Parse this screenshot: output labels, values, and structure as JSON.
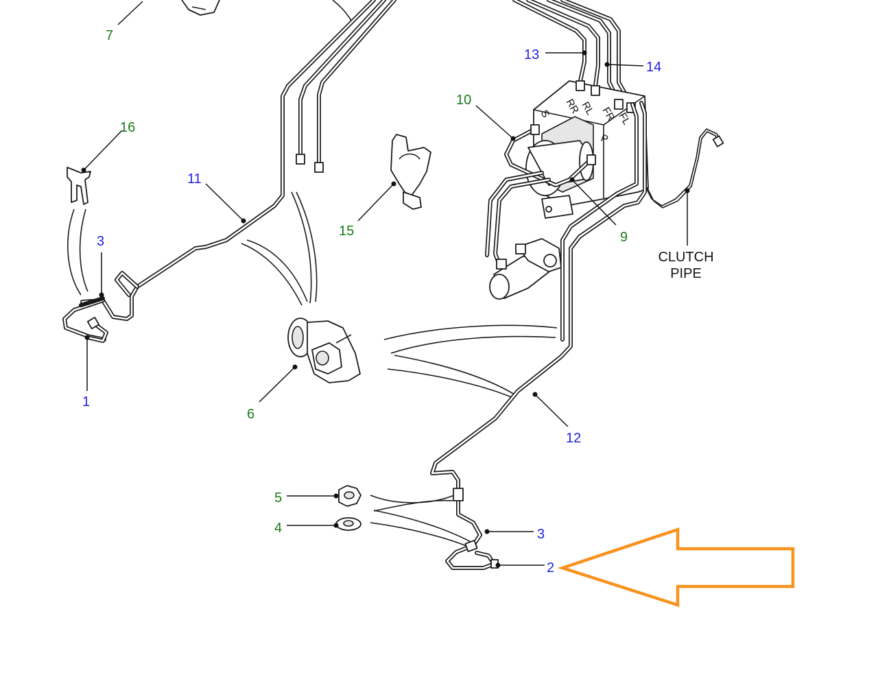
{
  "colors": {
    "blue_label": "#1f1fe0",
    "green_label": "#1a7a1a",
    "line": "#1a1a1a",
    "callout_arrow": "#f7931e"
  },
  "callouts": [
    {
      "id": "c7",
      "text": "7",
      "color": "green"
    },
    {
      "id": "c13",
      "text": "13",
      "color": "blue"
    },
    {
      "id": "c14",
      "text": "14",
      "color": "blue"
    },
    {
      "id": "c10",
      "text": "10",
      "color": "green"
    },
    {
      "id": "c16",
      "text": "16",
      "color": "green"
    },
    {
      "id": "c11",
      "text": "11",
      "color": "blue"
    },
    {
      "id": "c3a",
      "text": "3",
      "color": "blue"
    },
    {
      "id": "c15",
      "text": "15",
      "color": "green"
    },
    {
      "id": "c9",
      "text": "9",
      "color": "green"
    },
    {
      "id": "c1",
      "text": "1",
      "color": "blue"
    },
    {
      "id": "c6",
      "text": "6",
      "color": "green"
    },
    {
      "id": "c12",
      "text": "12",
      "color": "blue"
    },
    {
      "id": "c5",
      "text": "5",
      "color": "green"
    },
    {
      "id": "c4",
      "text": "4",
      "color": "green"
    },
    {
      "id": "c3b",
      "text": "3",
      "color": "blue"
    },
    {
      "id": "c2",
      "text": "2",
      "color": "blue"
    }
  ],
  "port_labels": [
    "RR",
    "RL",
    "FR",
    "FL",
    "S",
    "P"
  ],
  "clutch_label": {
    "line1": "CLUTCH",
    "line2": "PIPE"
  },
  "icons": {
    "highlight_arrow": "left-pointing-outline-arrow-icon"
  }
}
